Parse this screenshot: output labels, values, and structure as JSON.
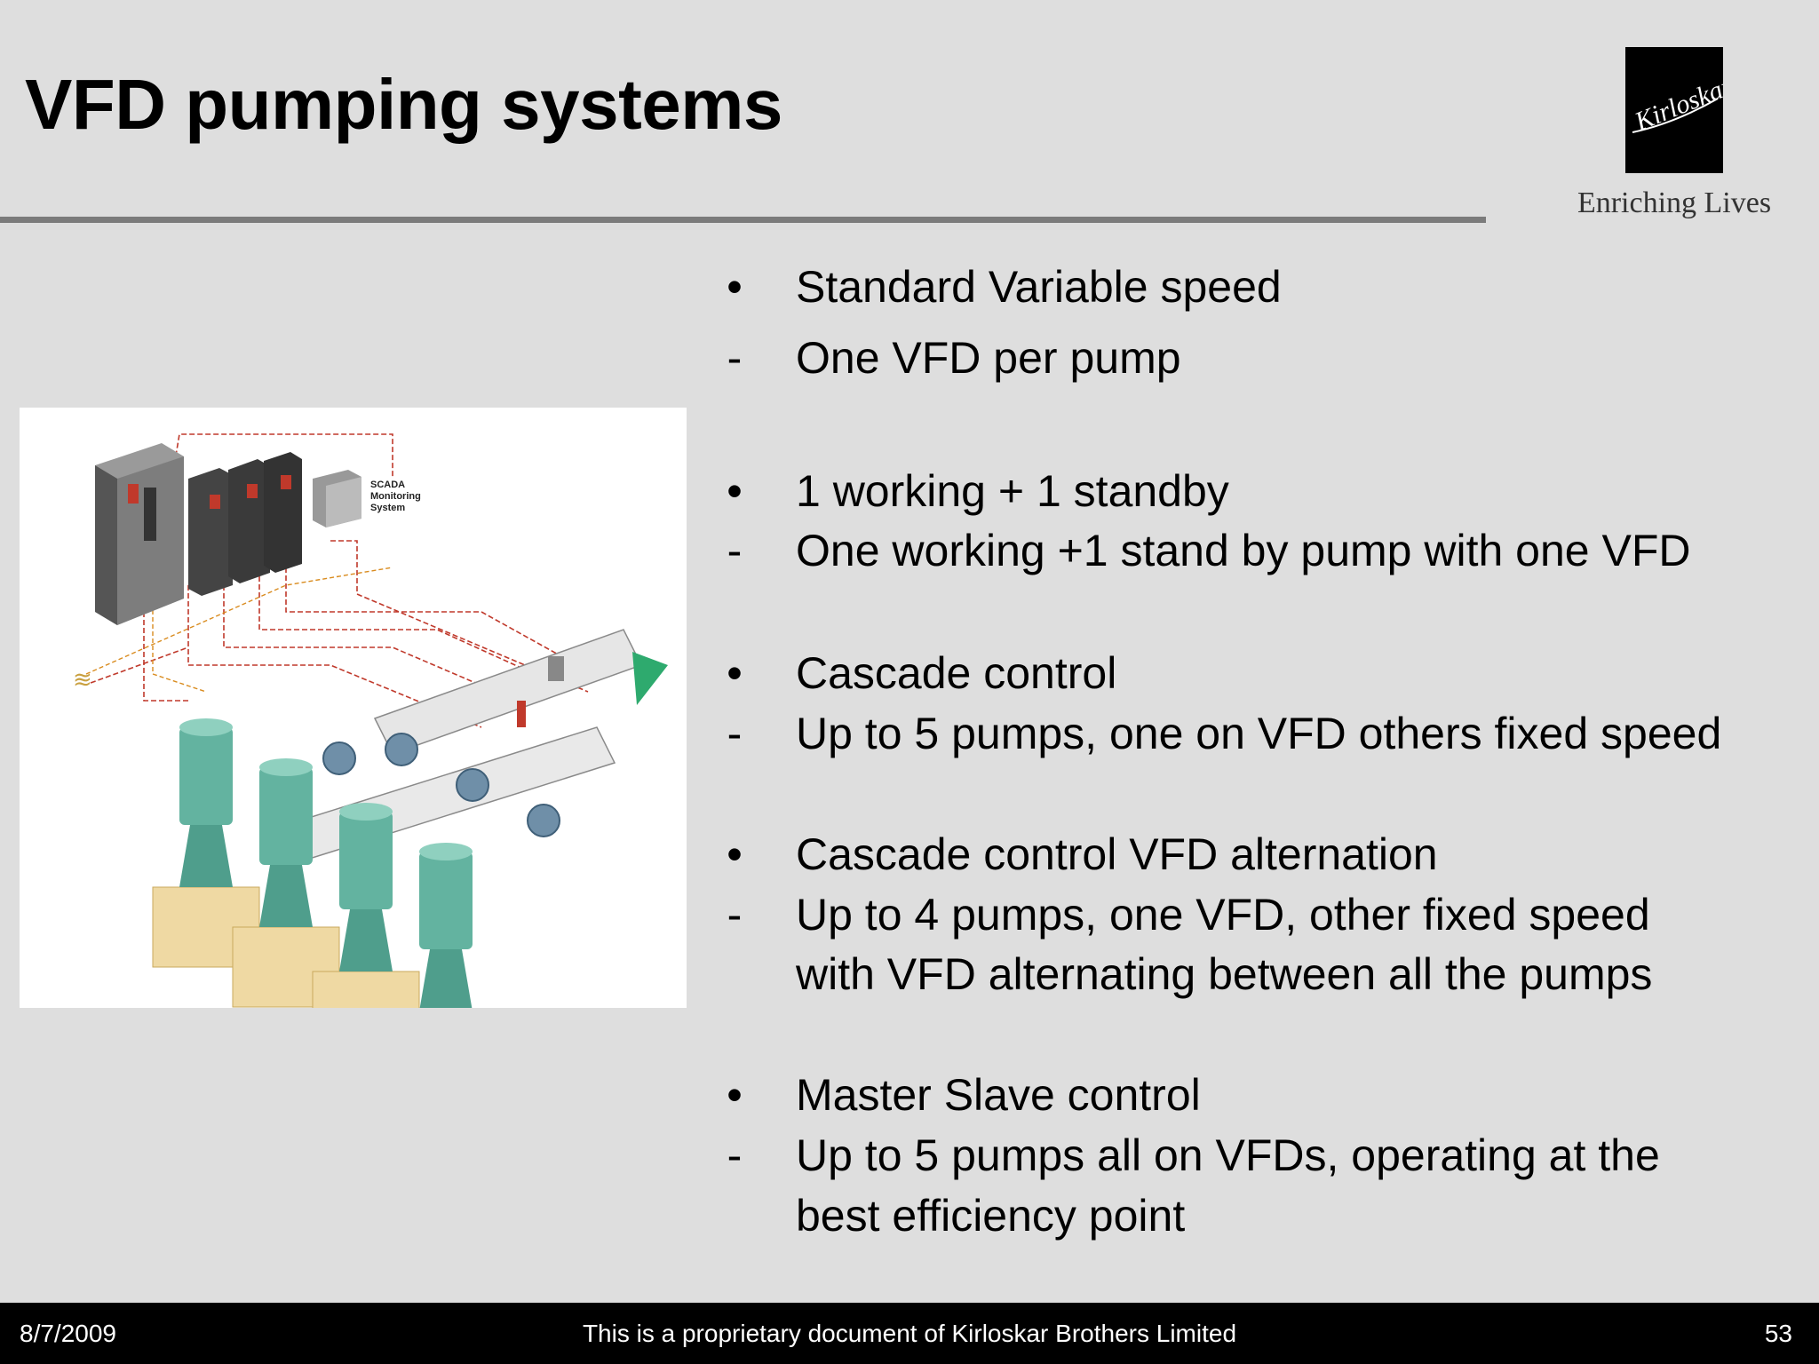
{
  "slide": {
    "title": "VFD pumping systems",
    "logo": {
      "wordmark": "Kirloskar",
      "tagline": "Enriching Lives"
    }
  },
  "figure": {
    "scada_label": [
      "SCADA",
      "Monitoring",
      "System"
    ]
  },
  "bullets": [
    {
      "marker": "•",
      "text": "Standard Variable speed"
    },
    {
      "marker": "-",
      "text": "One VFD per pump"
    },
    {
      "marker": "•",
      "text": "1 working + 1 standby"
    },
    {
      "marker": "-",
      "text": "One working +1 stand by pump with one VFD"
    },
    {
      "marker": "•",
      "text": "Cascade control"
    },
    {
      "marker": "-",
      "text": "Up to 5 pumps, one on VFD others fixed speed"
    },
    {
      "marker": "•",
      "text": "Cascade control VFD alternation"
    },
    {
      "marker": "-",
      "text": "Up to 4 pumps, one VFD, other fixed speed"
    },
    {
      "marker": "",
      "text": "with VFD alternating between all the pumps"
    },
    {
      "marker": "•",
      "text": "Master Slave control"
    },
    {
      "marker": "-",
      "text": "Up to 5 pumps all on VFDs, operating at the"
    },
    {
      "marker": "",
      "text": "best efficiency point"
    }
  ],
  "footer": {
    "date": "8/7/2009",
    "note": "This is a proprietary document of Kirloskar Brothers Limited",
    "page": "53"
  }
}
